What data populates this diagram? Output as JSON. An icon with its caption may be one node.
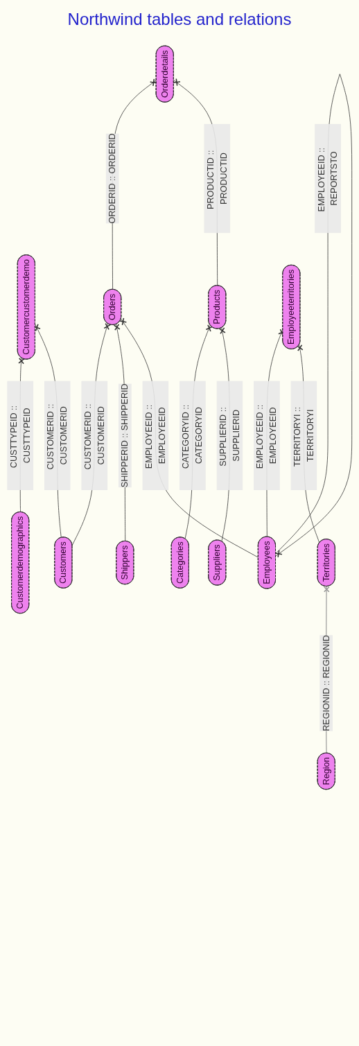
{
  "diagram": {
    "title": "Northwind tables and relations",
    "nodes": [
      {
        "text": [
          "Customerdemographics"
        ]
      },
      {
        "text": [
          "Customercustomerdemo"
        ]
      },
      {
        "text": [
          "Customers"
        ]
      },
      {
        "text": [
          "Shippers"
        ]
      },
      {
        "text": [
          "Orders"
        ]
      },
      {
        "text": [
          "Orderdetails"
        ]
      },
      {
        "text": [
          "Categories"
        ]
      },
      {
        "text": [
          "Products"
        ]
      },
      {
        "text": [
          "Employees"
        ]
      },
      {
        "text": [
          "Suppliers"
        ]
      },
      {
        "text": [
          "Employeeterritories"
        ]
      },
      {
        "text": [
          "Territories"
        ]
      },
      {
        "text": [
          "Region"
        ]
      }
    ],
    "edges": [
      {
        "from": 0,
        "to": 1,
        "arrow": "other",
        "label": "CUSTTYPEID :: CUSTTYPEID"
      },
      {
        "from": 2,
        "to": 1,
        "arrow": "other",
        "label": "CUSTOMERID :: CUSTOMERID"
      },
      {
        "from": 2,
        "to": 4,
        "arrow": "other",
        "label": "CUSTOMERID :: CUSTOMERID"
      },
      {
        "from": 3,
        "to": 4,
        "arrow": "other",
        "label": "SHIPPERID :: SHIPPERID"
      },
      {
        "from": 8,
        "to": 4,
        "arrow": "other",
        "label": "EMPLOYEEID :: EMPLOYEEID"
      },
      {
        "from": 6,
        "to": 7,
        "arrow": "other",
        "label": "CATEGORYID :: CATEGORYID"
      },
      {
        "from": 8,
        "to": 8,
        "arrow": "other",
        "label": "EMPLOYEEID :: REPORTSTO"
      },
      {
        "from": 8,
        "to": 10,
        "arrow": "other",
        "label": "EMPLOYEEID :: EMPLOYEEID"
      },
      {
        "from": 9,
        "to": 7,
        "arrow": "other",
        "label": "SUPPLIERID :: SUPPLIERID"
      },
      {
        "from": 11,
        "to": 10,
        "arrow": "other",
        "label": "TERRITORYI :: TERRITORYI"
      },
      {
        "from": 12,
        "to": 11,
        "arrow": "other",
        "label": "REGIONID :: REGIONID",
        "color": "#999999"
      },
      {
        "from": 4,
        "to": 5,
        "arrow": "other",
        "label": "ORDERID :: ORDERID"
      },
      {
        "from": 7,
        "to": 5,
        "arrow": "other",
        "label": "PRODUCTID :: PRODUCTID"
      }
    ]
  }
}
